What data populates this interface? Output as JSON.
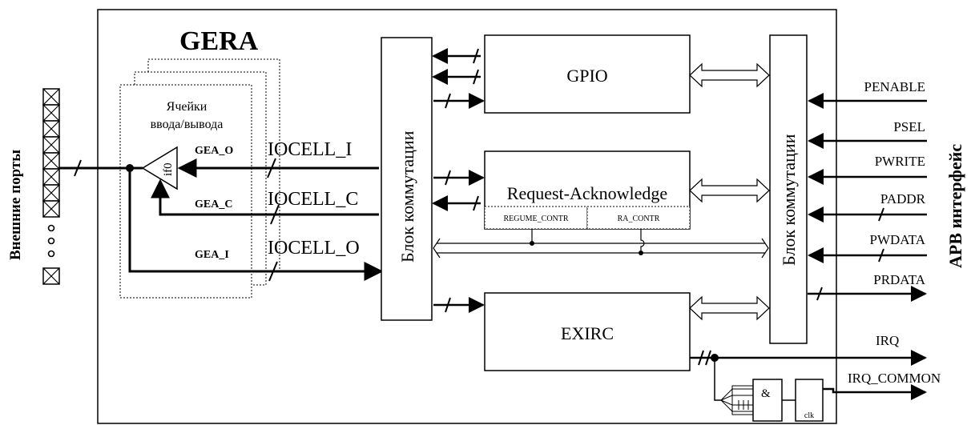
{
  "diagram": {
    "title": "GERA",
    "external_ports_label": "Внешние порты",
    "apb_interface_label": "APB интерфейс",
    "io_cells_label_line1": "Ячейки",
    "io_cells_label_line2": "ввода/вывода",
    "buffer_label": "if0",
    "gea_o": "GEA_O",
    "gea_c": "GEA_C",
    "gea_i": "GEA_I",
    "iocell_i": "IOCELL_I",
    "iocell_c": "IOCELL_C",
    "iocell_o": "IOCELL_O",
    "switch_block_left": "Блок коммутации",
    "switch_block_right": "Блок коммутации",
    "gpio": "GPIO",
    "request_acknowledge": "Request-Acknowledge",
    "regume_contr": "REGUME_CONTR",
    "ra_contr": "RA_CONTR",
    "exirc": "EXIRC",
    "apb_signals": [
      "PENABLE",
      "PSEL",
      "PWRITE",
      "PADDR",
      "PWDATA",
      "PRDATA"
    ],
    "irq": "IRQ",
    "irq_common": "IRQ_COMMON",
    "and_gate": "&",
    "clk": "clk",
    "ellipsis": "…"
  }
}
